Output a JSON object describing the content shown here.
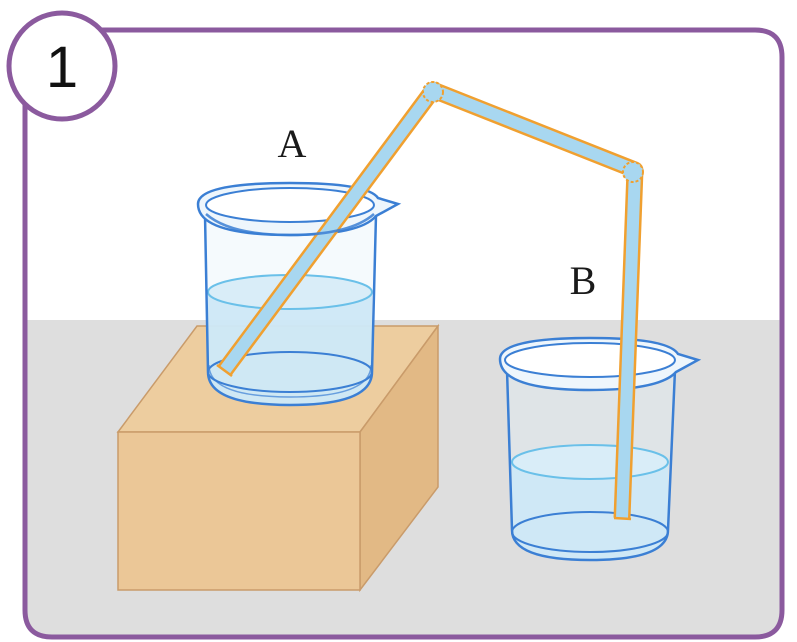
{
  "badge": {
    "number": "1"
  },
  "labels": {
    "beaker_a": "A",
    "beaker_b": "B"
  },
  "colors": {
    "frame": "#8b5a9e",
    "floor": "#dedede",
    "box_front": "#ebc797",
    "box_top": "#edcd9f",
    "box_side": "#e2b985",
    "box_edge": "#c99b6a",
    "glass_outline": "#3b7fd4",
    "water": "#bfe3f6",
    "tube_fill": "#a8d7f0",
    "tube_outline": "#f0a030"
  }
}
